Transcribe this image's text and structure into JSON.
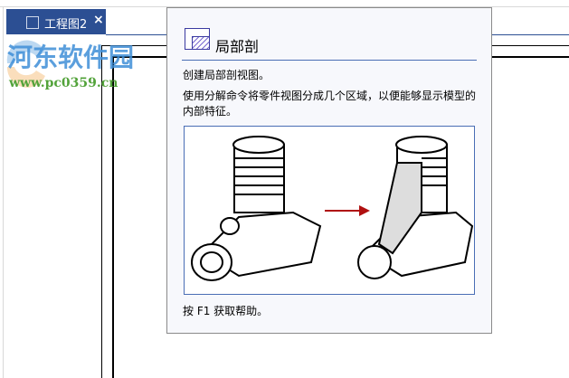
{
  "tab": {
    "title": "工程图2",
    "close": "×"
  },
  "watermark": {
    "name": "河东软件园",
    "url": "www.pc0359.cn"
  },
  "tooltip": {
    "title": "局部剖",
    "summary": "创建局部剖视图。",
    "description": "使用分解命令将零件视图分成几个区域，以便能够显示模型的内部特征。",
    "help": "按 F1 获取帮助。",
    "arrow_color": "#b01010"
  }
}
